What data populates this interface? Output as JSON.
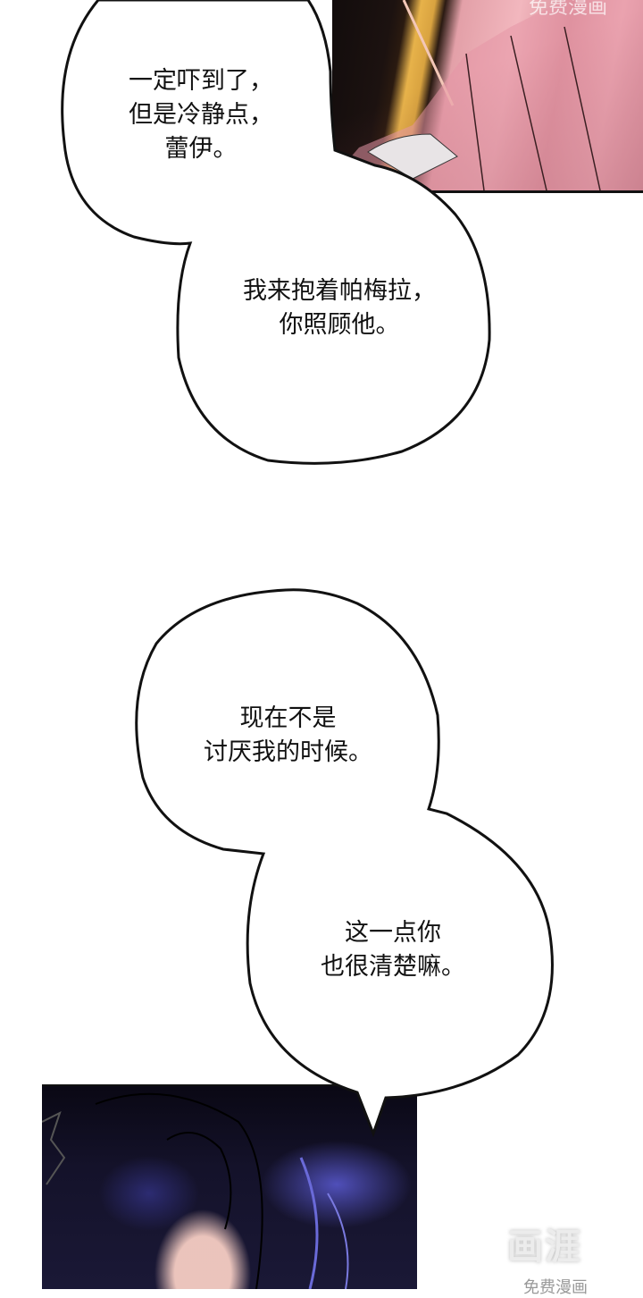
{
  "comic_page": {
    "panels": [
      {
        "id": "top-panel",
        "description": "pink dress, golden background"
      },
      {
        "id": "bottom-panel",
        "description": "dark blue-haired character"
      }
    ],
    "bubbles": [
      {
        "id": "bubble-1",
        "text": "一定吓到了，\n但是冷静点，\n蕾伊。"
      },
      {
        "id": "bubble-2",
        "text": "我来抱着帕梅拉，\n你照顾他。"
      },
      {
        "id": "bubble-3",
        "text": "现在不是\n讨厌我的时候。"
      },
      {
        "id": "bubble-4",
        "text": "这一点你\n也很清楚嘛。"
      }
    ],
    "watermarks": {
      "top": "免费漫画",
      "bottom_logo": "画涯",
      "bottom_sub": "免费漫画"
    }
  }
}
